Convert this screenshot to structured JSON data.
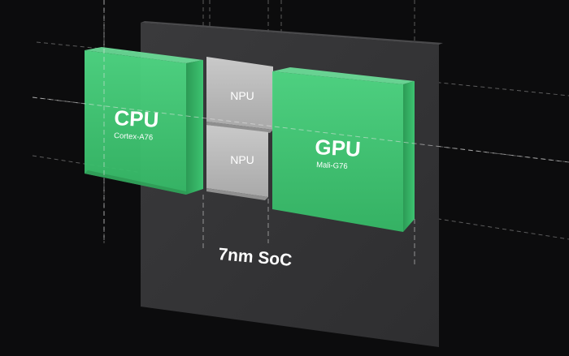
{
  "diagram": {
    "soc_label": "7nm SoC",
    "blocks": {
      "cpu": {
        "title": "CPU",
        "subtitle": "Cortex-A76"
      },
      "gpu": {
        "title": "GPU",
        "subtitle": "Mali-G76"
      },
      "npu_top": {
        "label": "NPU"
      },
      "npu_bottom": {
        "label": "NPU"
      }
    },
    "colors": {
      "background": "#0c0c0d",
      "soc_die": "#38383a",
      "green_block": "#3ccf73",
      "npu_block": "#bdbdbd",
      "guide_lines": "#d8d8d8"
    }
  }
}
